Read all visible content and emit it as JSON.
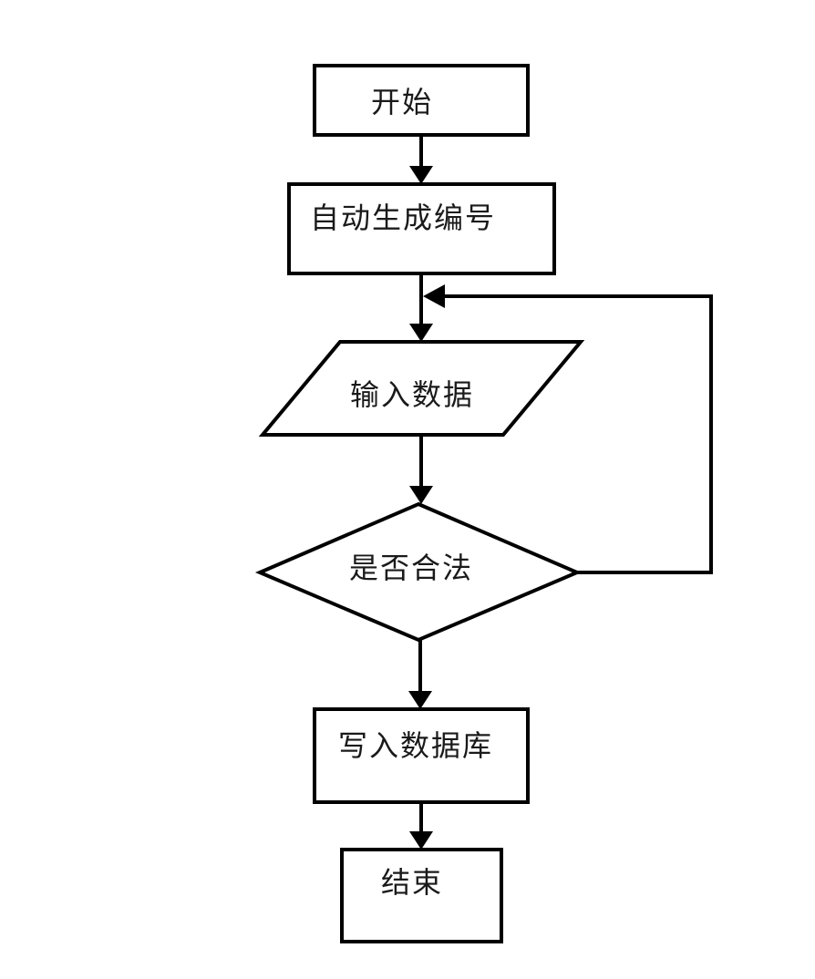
{
  "page": {
    "background": "#ffffff"
  },
  "diagram": {
    "type": "flowchart",
    "line_color": "#000000",
    "text_color": "#1a1a1a",
    "shape_fill": "#ffffff",
    "nodes": [
      {
        "id": "start",
        "shape": "rectangle",
        "label": "开始"
      },
      {
        "id": "auto-generate-number",
        "shape": "rectangle",
        "label": "自动生成编号"
      },
      {
        "id": "input-data",
        "shape": "parallelogram",
        "label": "输入数据"
      },
      {
        "id": "is-valid",
        "shape": "diamond",
        "label": "是否合法"
      },
      {
        "id": "write-to-database",
        "shape": "rectangle",
        "label": "写入数据库"
      },
      {
        "id": "end",
        "shape": "rectangle",
        "label": "结束"
      }
    ],
    "edges": [
      {
        "from": "start",
        "to": "auto-generate-number"
      },
      {
        "from": "auto-generate-number",
        "to": "input-data"
      },
      {
        "from": "input-data",
        "to": "is-valid"
      },
      {
        "from": "is-valid",
        "to": "write-to-database"
      },
      {
        "from": "is-valid",
        "to": "input-data",
        "note": "loop-back"
      },
      {
        "from": "write-to-database",
        "to": "end"
      }
    ]
  }
}
